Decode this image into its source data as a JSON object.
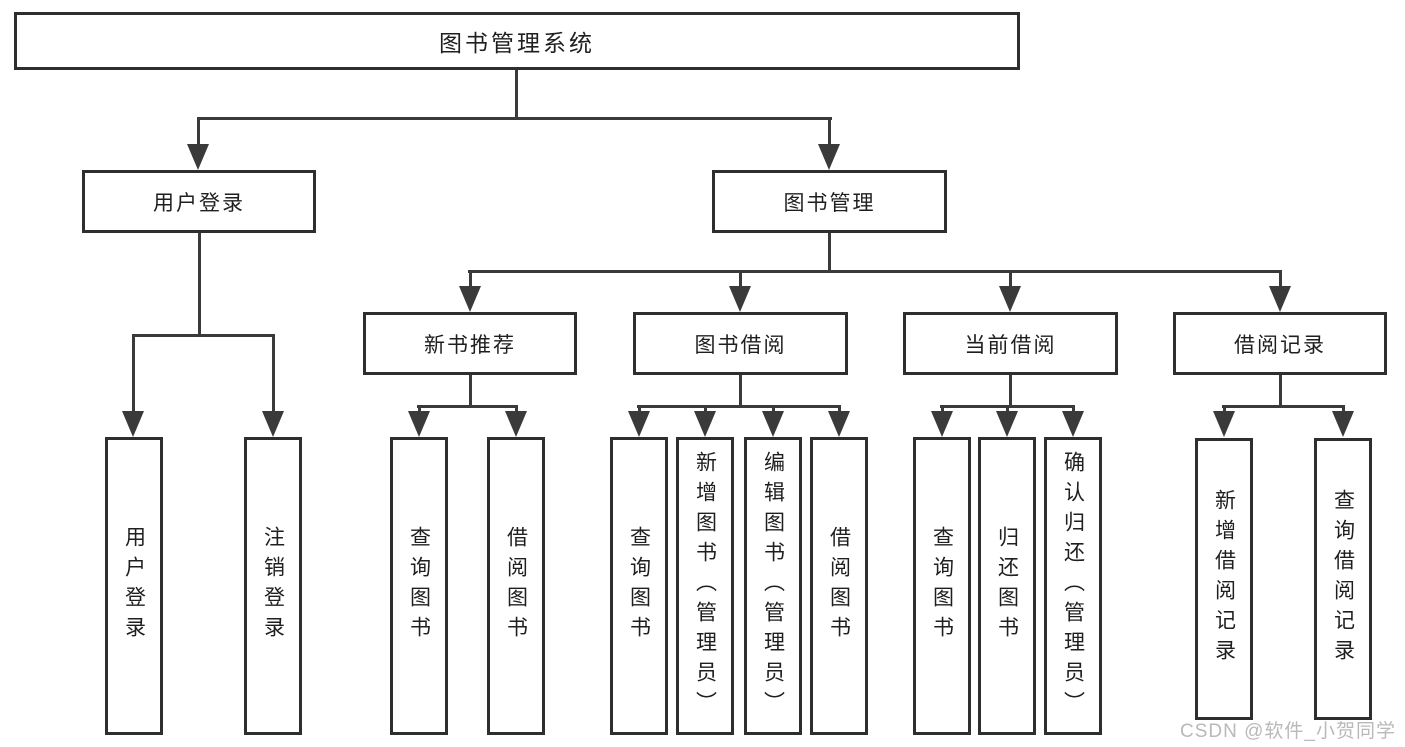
{
  "diagram": {
    "root": "图书管理系统",
    "level2": {
      "user_login": "用户登录",
      "book_management": "图书管理"
    },
    "level3": {
      "new_book_recommend": "新书推荐",
      "book_borrow": "图书借阅",
      "current_borrow": "当前借阅",
      "borrow_records": "借阅记录"
    },
    "leaves": {
      "user_login": "用户登录",
      "logout": "注销登录",
      "recommend_query_books": "查询图书",
      "recommend_borrow_books": "借阅图书",
      "borrow_query_books": "查询图书",
      "borrow_add_books": "新增图书（管理员）",
      "borrow_edit_books": "编辑图书（管理员）",
      "borrow_borrow_books": "借阅图书",
      "current_query_books": "查询图书",
      "current_return_books": "归还图书",
      "current_confirm_return": "确认归还（管理员）",
      "records_add": "新增借阅记录",
      "records_query": "查询借阅记录"
    },
    "watermark": "CSDN @软件_小贺同学",
    "colors": {
      "line": "#3a3a3a",
      "box_border": "#2e2e2e",
      "text": "#1f1f1f",
      "watermark": "#b9b9b9",
      "background": "#ffffff"
    }
  }
}
